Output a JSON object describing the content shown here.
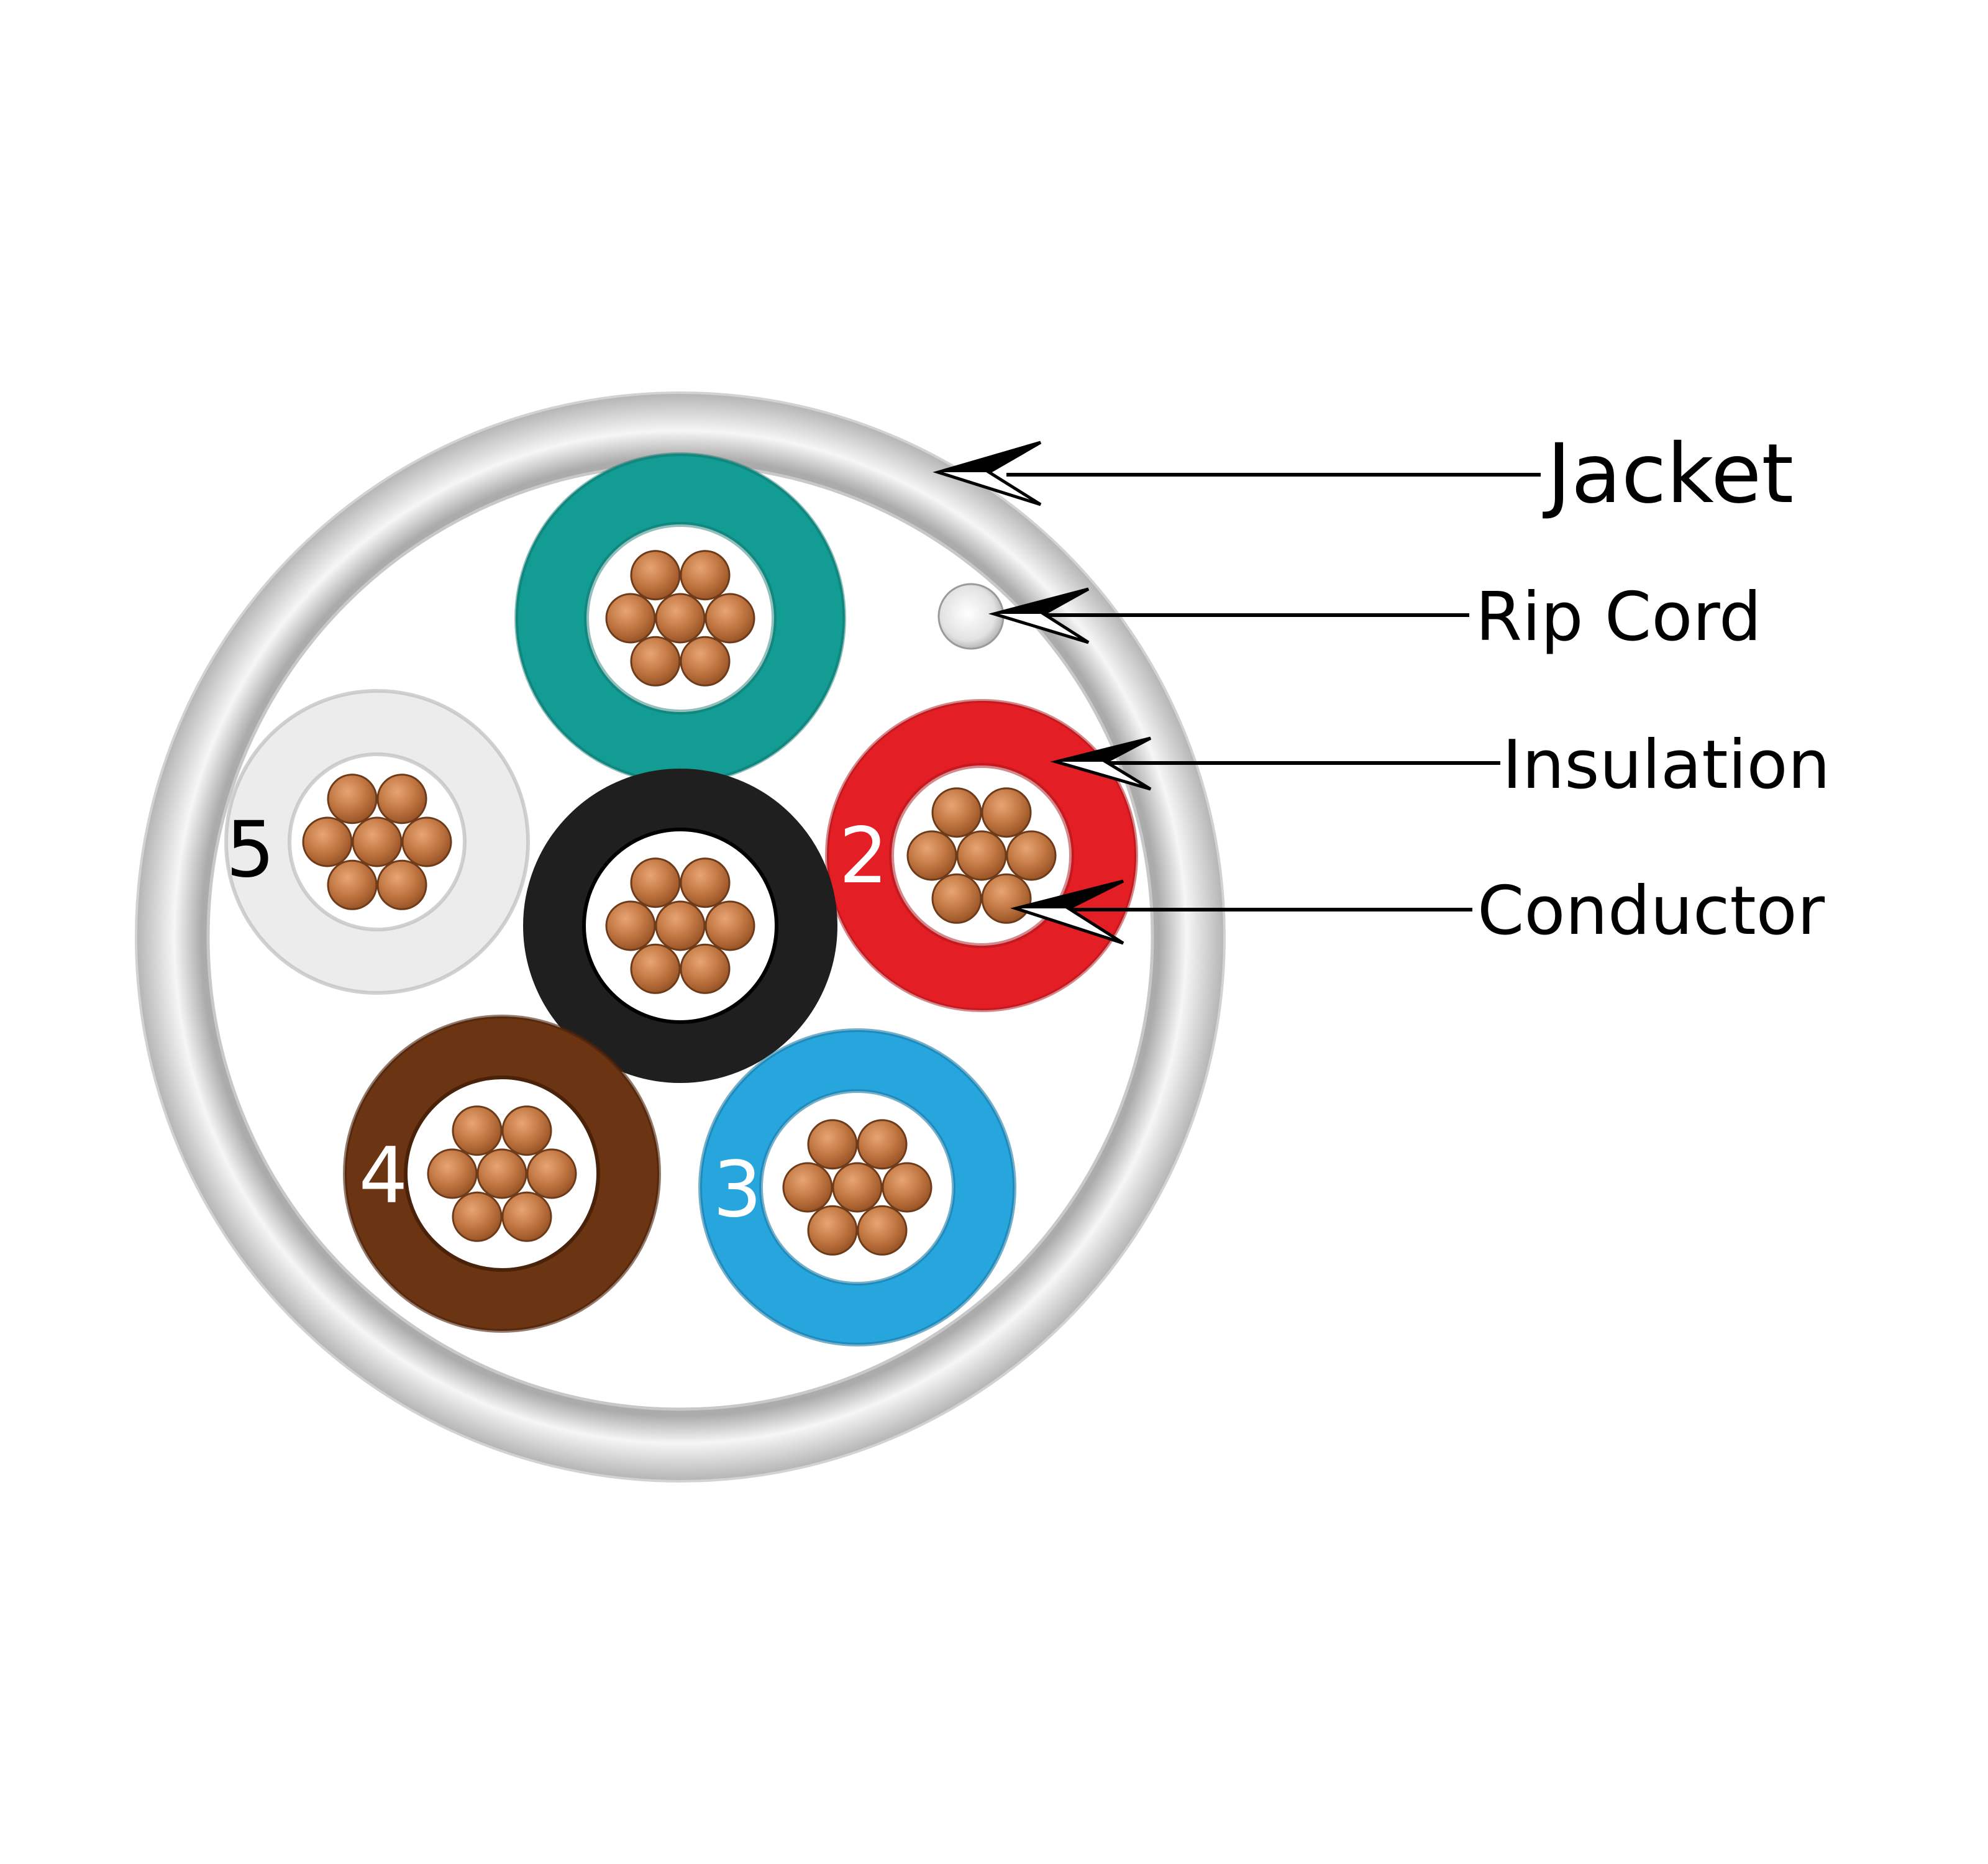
{
  "callouts": {
    "jacket": "Jacket",
    "rip_cord": "Rip Cord",
    "insulation": "Insulation",
    "conductor": "Conductor"
  },
  "wire_numbers": {
    "red": "2",
    "blue": "3",
    "brown": "4",
    "white": "5"
  },
  "colors": {
    "jacket": "#e4e4e4",
    "teal": "#139c93",
    "black": "#1f1f1f",
    "red": "#e31e24",
    "blue": "#27a6de",
    "brown": "#6b3412",
    "white_insulation": "#ececec",
    "copper": "#c57a45",
    "copper_outline": "#6e3b1a"
  }
}
